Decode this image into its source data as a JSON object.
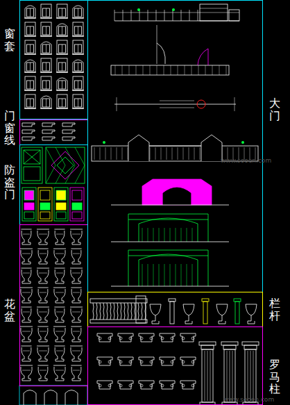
{
  "diagram": {
    "nodes": [
      {
        "text": [
          "窗套"
        ]
      },
      {
        "text": [
          "门窗线"
        ]
      },
      {
        "text": [
          "防盗门"
        ]
      },
      {
        "text": [
          "花盆"
        ]
      },
      {
        "text": [
          "大门"
        ]
      },
      {
        "text": [
          "栏杆"
        ]
      },
      {
        "text": [
          "罗马柱"
        ]
      }
    ],
    "labels": [
      "www.sooen.com",
      "www.sooen.com"
    ]
  }
}
